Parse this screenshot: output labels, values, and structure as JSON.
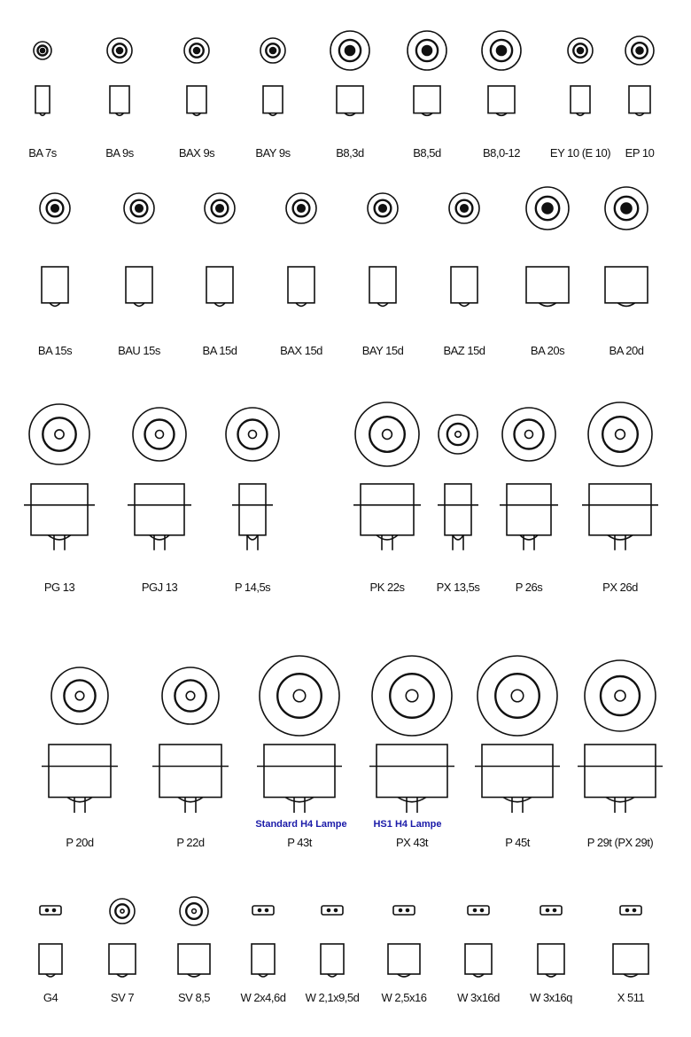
{
  "rows": [
    {
      "labels": [
        "BA 7s",
        "BA 9s",
        "BAX 9s",
        "BAY 9s",
        "B8,3d",
        "B8,5d",
        "B8,0-12",
        "EY 10 (E 10)",
        "EP 10"
      ]
    },
    {
      "labels": [
        "BA 15s",
        "BAU 15s",
        "BA 15d",
        "BAX 15d",
        "BAY 15d",
        "BAZ 15d",
        "BA 20s",
        "BA 20d"
      ]
    },
    {
      "labels": [
        "PG 13",
        "PGJ 13",
        "P 14,5s",
        "PK 22s",
        "PX 13,5s",
        "P 26s",
        "PX 26d"
      ]
    },
    {
      "labels": [
        "P 20d",
        "P 22d",
        "P 43t",
        "PX 43t",
        "P 45t",
        "P 29t (PX 29t)"
      ]
    },
    {
      "labels": [
        "G4",
        "SV 7",
        "SV 8,5",
        "W 2x4,6d",
        "W 2,1x9,5d",
        "W 2,5x16",
        "W 3x16d",
        "W 3x16q",
        "X 511"
      ]
    }
  ],
  "notes": [
    "Standard H4 Lampe",
    "HS1 H4 Lampe"
  ],
  "colors": {
    "line": "#111111",
    "note": "#1a1aa8"
  }
}
